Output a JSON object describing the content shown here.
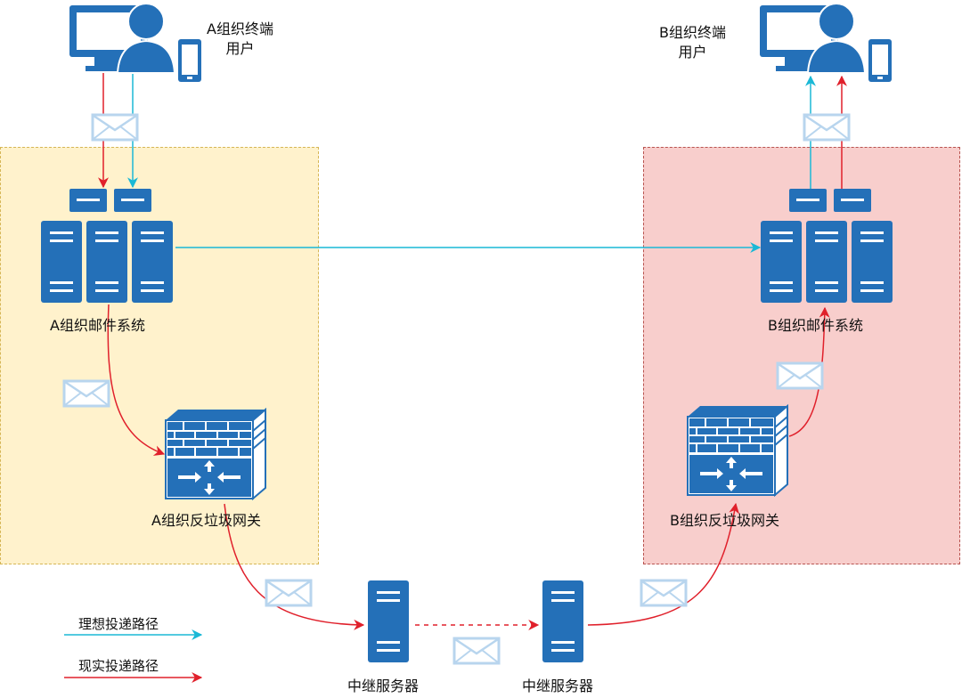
{
  "nodes": {
    "a_terminal": "A组织终端\n用户",
    "b_terminal": "B组织终端\n用户",
    "a_mail": "A组织邮件系统",
    "b_mail": "B组织邮件系统",
    "a_gateway": "A组织反垃圾网关",
    "b_gateway": "B组织反垃圾网关",
    "relay_1": "中继服务器",
    "relay_2": "中继服务器"
  },
  "legend": {
    "ideal": "理想投递路径",
    "actual": "现实投递路径"
  },
  "colors": {
    "ideal": "#1ab8d6",
    "actual": "#e0202b",
    "device": "#2470b8",
    "envelope": "#b8d5ee",
    "zone_a_fill": "#fff2cc",
    "zone_a_border": "#d6b656",
    "zone_b_fill": "#f8cecc",
    "zone_b_border": "#b85450"
  },
  "icons": [
    "user-workstation-icon",
    "server-cluster-icon",
    "firewall-gateway-icon",
    "server-icon",
    "envelope-icon"
  ]
}
